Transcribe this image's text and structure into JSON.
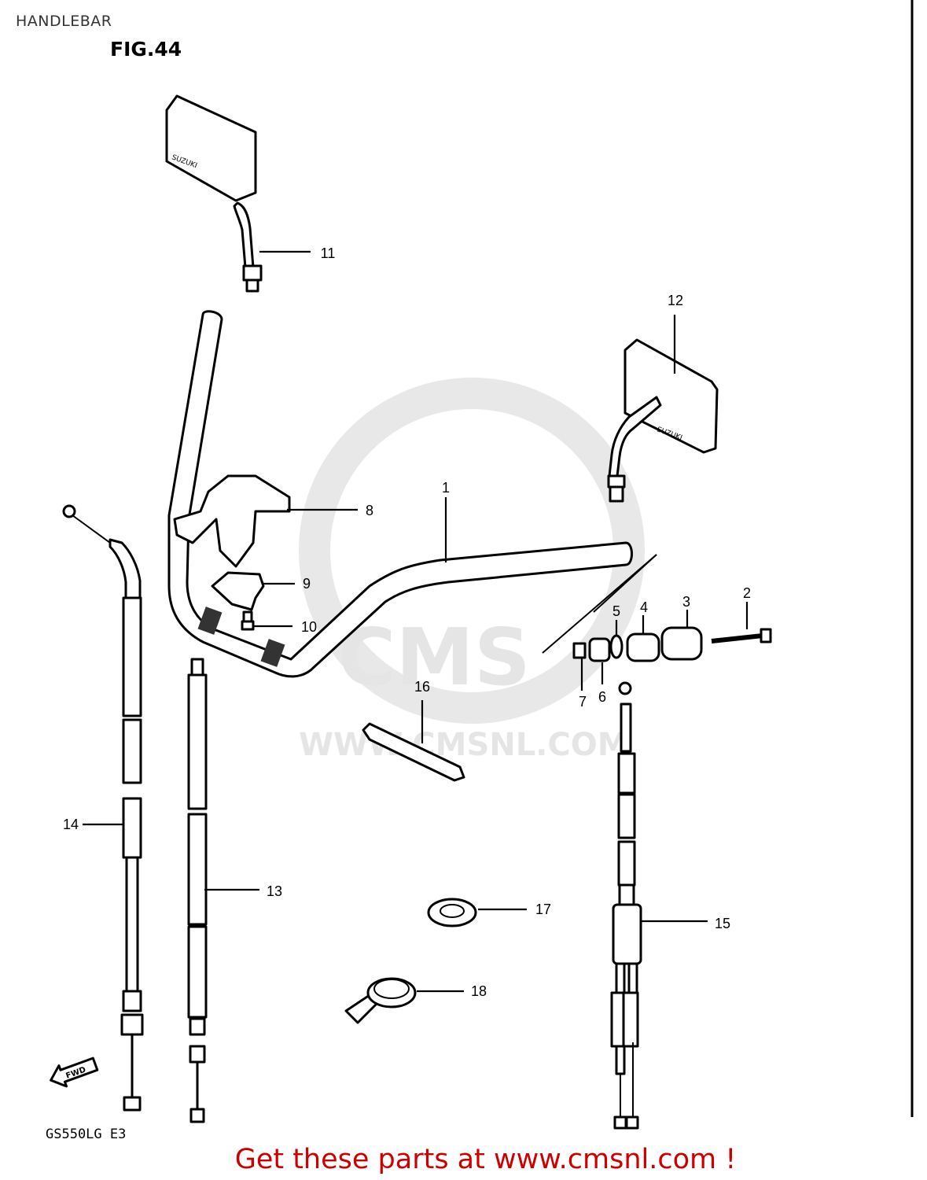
{
  "header": {
    "section": "HANDLEBAR",
    "figure": "FIG.44"
  },
  "watermark": {
    "brand": "CMS",
    "url": "WWW.CMSNL.COM"
  },
  "parts": [
    {
      "ref": "1"
    },
    {
      "ref": "2"
    },
    {
      "ref": "3"
    },
    {
      "ref": "4"
    },
    {
      "ref": "5"
    },
    {
      "ref": "6"
    },
    {
      "ref": "7"
    },
    {
      "ref": "8"
    },
    {
      "ref": "9"
    },
    {
      "ref": "10"
    },
    {
      "ref": "11"
    },
    {
      "ref": "12"
    },
    {
      "ref": "13"
    },
    {
      "ref": "14"
    },
    {
      "ref": "15"
    },
    {
      "ref": "16"
    },
    {
      "ref": "17"
    },
    {
      "ref": "18"
    }
  ],
  "mirror_text": "SUZUKI",
  "direction_marker": "FWD",
  "model_code": "GS550LG E3",
  "footer": {
    "cta": "Get these parts at www.cmsnl.com !",
    "cta_color": "#cc0000"
  }
}
